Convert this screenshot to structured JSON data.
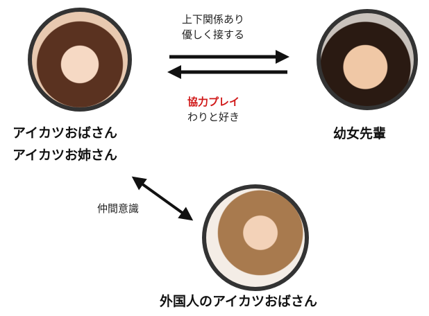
{
  "nodes": {
    "woman": {
      "line1": "アイカツおばさん",
      "line2": "アイカツお姉さん"
    },
    "child": {
      "label": "幼女先輩"
    },
    "foreign": {
      "label": "外国人のアイカツおばさん"
    }
  },
  "edges": {
    "hierarchy": {
      "line1": "上下関係あり",
      "line2": "優しく接する"
    },
    "coop": {
      "highlight": "協力プレイ",
      "line2": "わりと好き"
    },
    "peer": {
      "label": "仲間意識"
    }
  },
  "colors": {
    "highlight": "#d01818",
    "arrow": "#111111",
    "photo_border": "#333333"
  }
}
